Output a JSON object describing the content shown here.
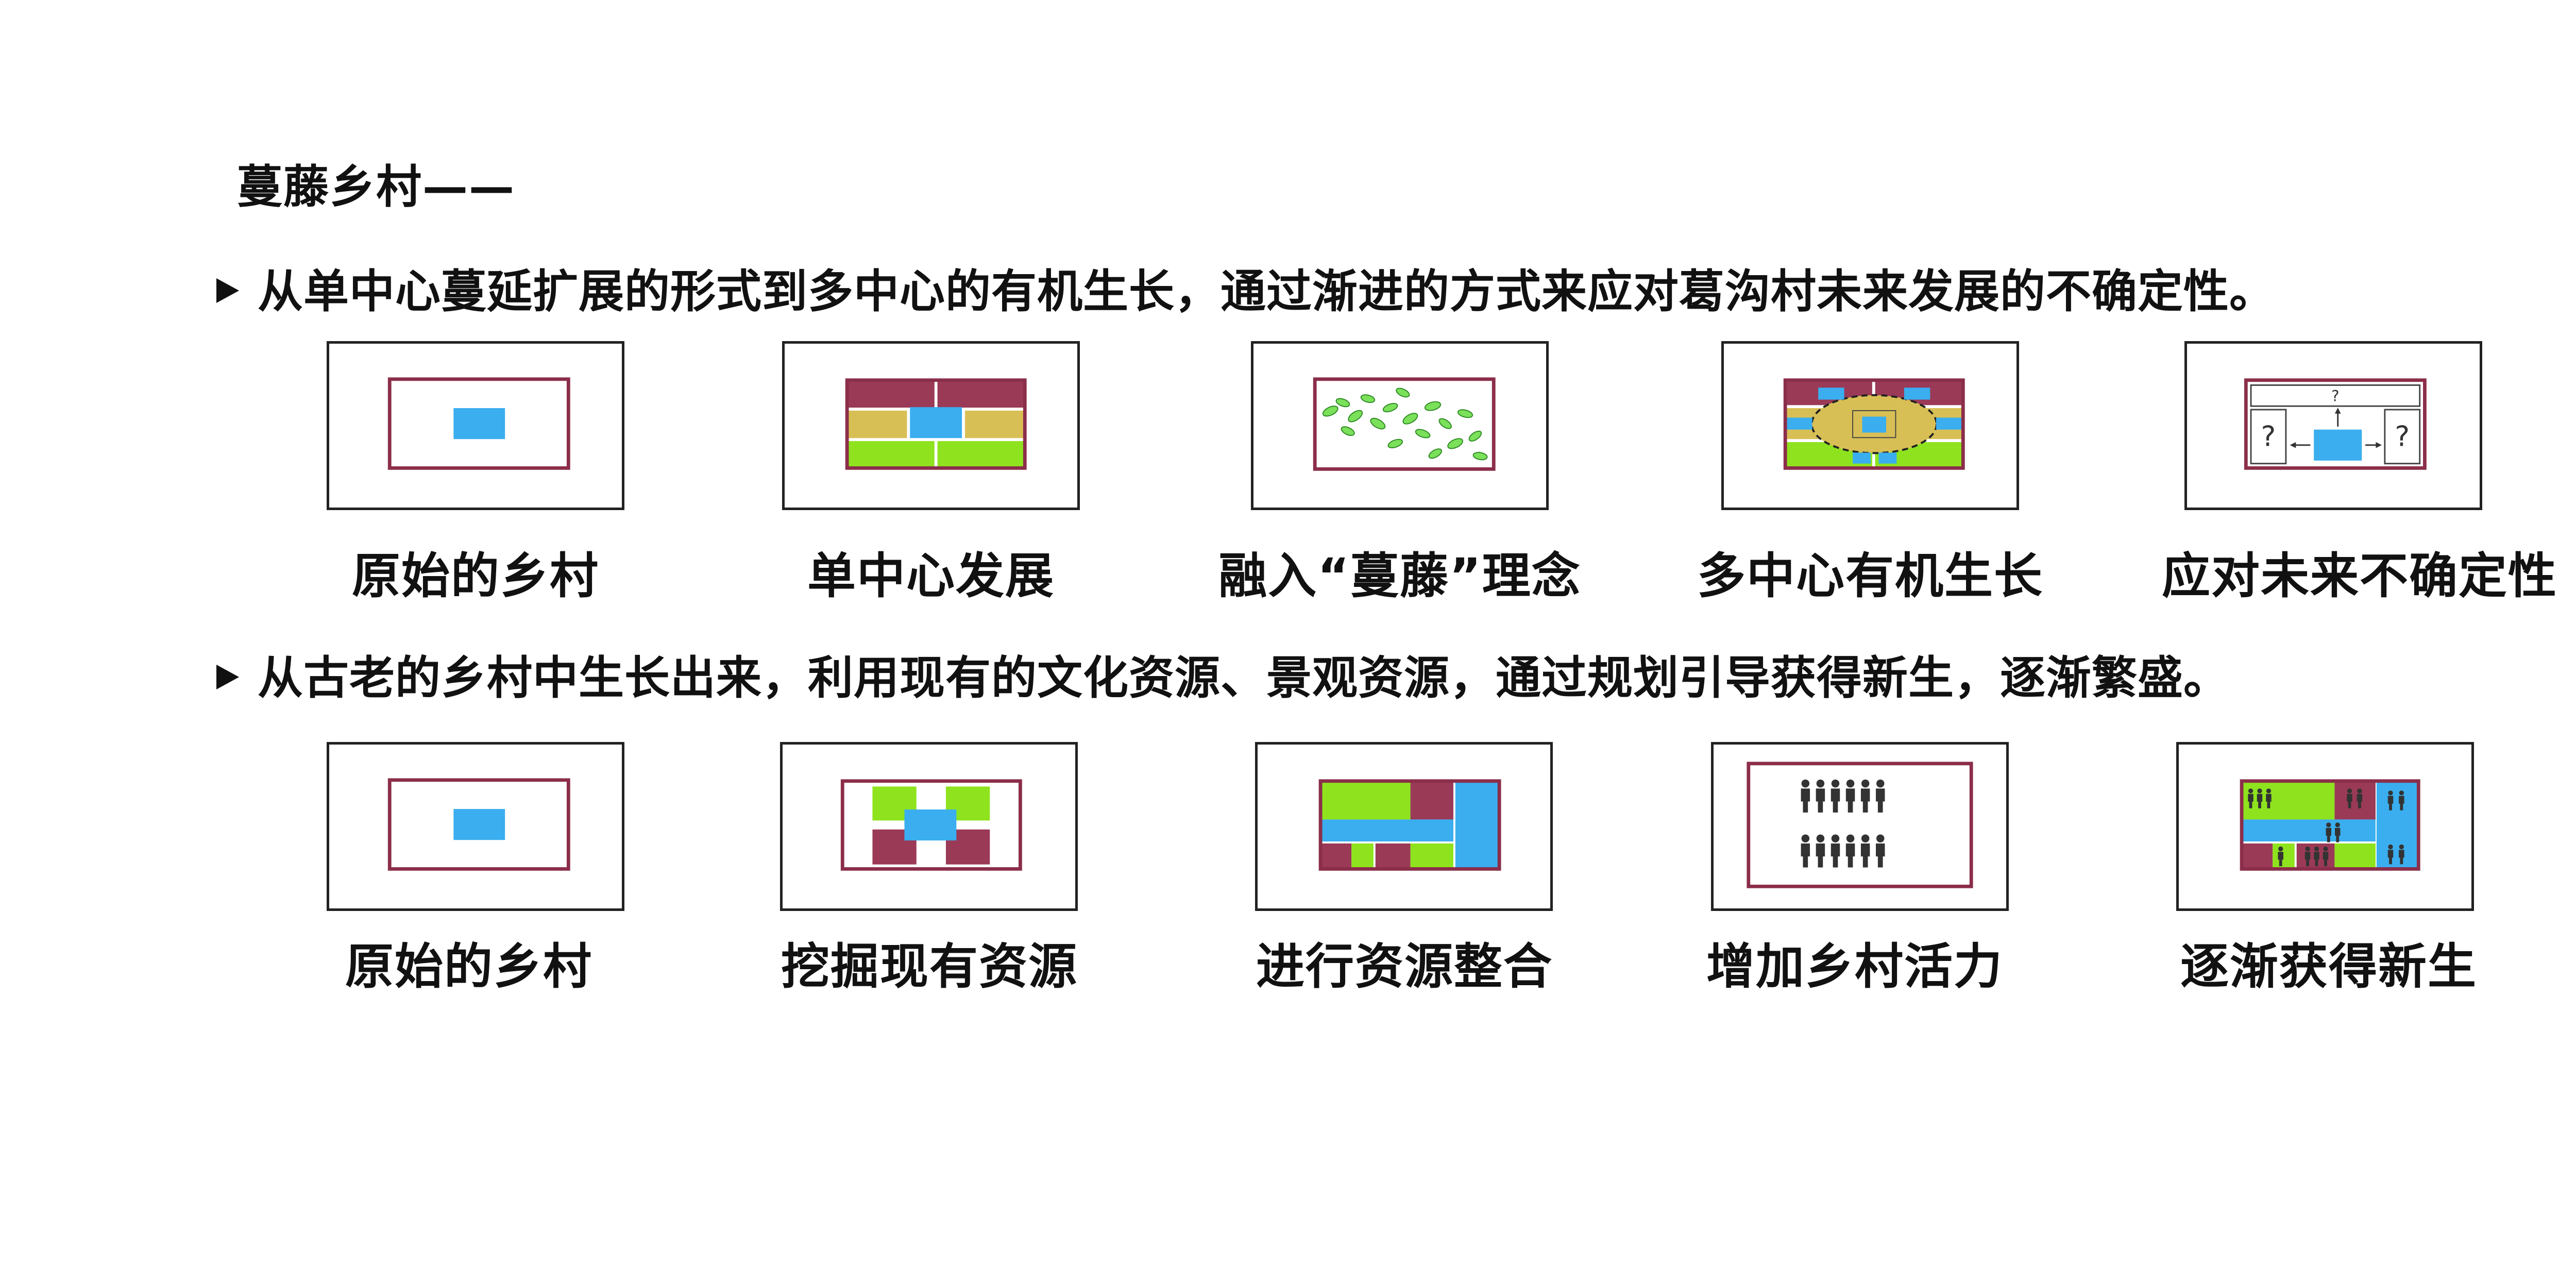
{
  "heading": "蔓藤乡村——",
  "row1": {
    "text": "从单中心蔓延扩展的形式到多中心的有机生长，通过渐进的方式来应对葛沟村未来发展的不确定性。",
    "captions": [
      "原始的乡村",
      "单中心发展",
      "融入“蔓藤”理念",
      "多中心有机生长",
      "应对未来不确定性"
    ]
  },
  "row2": {
    "text": "从古老的乡村中生长出来，利用现有的文化资源、景观资源，通过规划引导获得新生，逐渐繁盛。",
    "captions": [
      "原始的乡村",
      "挖掘现有资源",
      "进行资源整合",
      "增加乡村活力",
      "逐渐获得新生"
    ]
  },
  "colors": {
    "frame": "#8b2e4a",
    "center": "#3aaeef",
    "maroon": "#9a3a57",
    "ochre": "#d8bf55",
    "lime": "#8ee31e",
    "leaf": "#5ccf3b",
    "people": "#333333"
  }
}
